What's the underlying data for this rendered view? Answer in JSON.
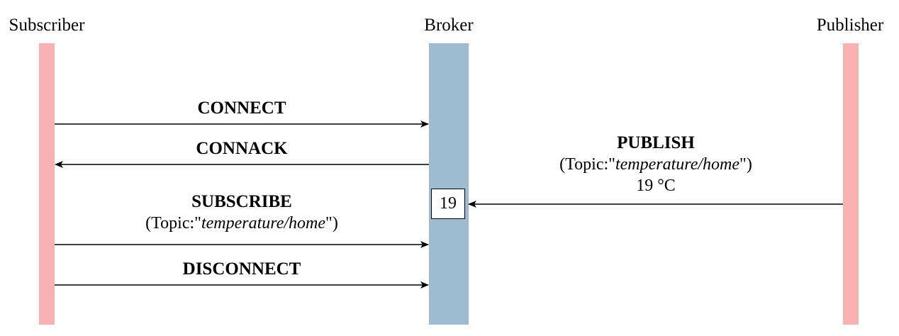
{
  "actors": {
    "subscriber": "Subscriber",
    "broker": "Broker",
    "publisher": "Publisher"
  },
  "colors": {
    "client_lifeline": "#f9b1b2",
    "broker_lifeline": "#9dbcd1",
    "arrow": "#000000"
  },
  "messages": {
    "connect": {
      "title": "CONNECT"
    },
    "connack": {
      "title": "CONNACK"
    },
    "subscribe": {
      "title": "SUBSCRIBE",
      "prefix": "(Topic:\"",
      "topic": "temperature/home",
      "suffix": "\")"
    },
    "disconnect": {
      "title": "DISCONNECT"
    },
    "publish": {
      "title": "PUBLISH",
      "prefix": "(Topic:\"",
      "topic": "temperature/home",
      "suffix": "\")",
      "value": "19 °C"
    }
  },
  "broker_store": {
    "value": "19"
  }
}
